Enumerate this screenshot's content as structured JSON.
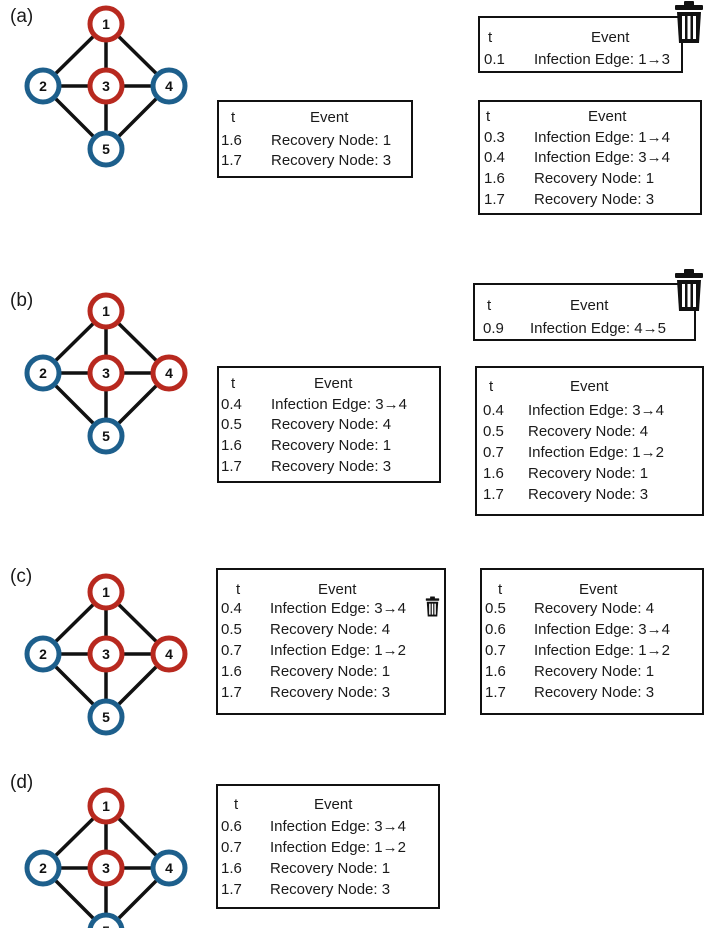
{
  "panels": [
    {
      "label": "(a)",
      "node_states": {
        "1": "infected",
        "2": "susceptible",
        "3": "infected",
        "4": "susceptible",
        "5": "susceptible"
      },
      "tables": [
        {
          "header": {
            "t": "t",
            "event": "Event"
          },
          "rows": [
            {
              "t": "1.6",
              "event": "Recovery Node: 1"
            },
            {
              "t": "1.7",
              "event": "Recovery Node: 3"
            }
          ]
        },
        {
          "header": {
            "t": "t",
            "event": "Event"
          },
          "rows": [
            {
              "t": "0.1",
              "event": "Infection Edge: 1→3"
            }
          ],
          "trash_icon": "trash-icon"
        },
        {
          "header": {
            "t": "t",
            "event": "Event"
          },
          "rows": [
            {
              "t": "0.3",
              "event": "Infection Edge: 1→4"
            },
            {
              "t": "0.4",
              "event": "Infection Edge: 3→4"
            },
            {
              "t": "1.6",
              "event": "Recovery Node: 1"
            },
            {
              "t": "1.7",
              "event": "Recovery Node: 3"
            }
          ]
        }
      ]
    },
    {
      "label": "(b)",
      "node_states": {
        "1": "infected",
        "2": "susceptible",
        "3": "infected",
        "4": "infected",
        "5": "susceptible"
      },
      "tables": [
        {
          "header": {
            "t": "t",
            "event": "Event"
          },
          "rows": [
            {
              "t": "0.4",
              "event": "Infection Edge: 3→4"
            },
            {
              "t": "0.5",
              "event": "Recovery Node: 4"
            },
            {
              "t": "1.6",
              "event": "Recovery Node: 1"
            },
            {
              "t": "1.7",
              "event": "Recovery Node: 3"
            }
          ]
        },
        {
          "header": {
            "t": "t",
            "event": "Event"
          },
          "rows": [
            {
              "t": "0.9",
              "event": "Infection Edge: 4→5"
            }
          ],
          "trash_icon": "trash-icon"
        },
        {
          "header": {
            "t": "t",
            "event": "Event"
          },
          "rows": [
            {
              "t": "0.4",
              "event": "Infection Edge: 3→4"
            },
            {
              "t": "0.5",
              "event": "Recovery Node: 4"
            },
            {
              "t": "0.7",
              "event": "Infection Edge: 1→2"
            },
            {
              "t": "1.6",
              "event": "Recovery Node: 1"
            },
            {
              "t": "1.7",
              "event": "Recovery Node: 3"
            }
          ]
        }
      ]
    },
    {
      "label": "(c)",
      "node_states": {
        "1": "infected",
        "2": "susceptible",
        "3": "infected",
        "4": "infected",
        "5": "susceptible"
      },
      "tables": [
        {
          "header": {
            "t": "t",
            "event": "Event"
          },
          "rows": [
            {
              "t": "0.4",
              "event": "Infection Edge: 3→4"
            },
            {
              "t": "0.5",
              "event": "Recovery Node: 4"
            },
            {
              "t": "0.7",
              "event": "Infection Edge: 1→2"
            },
            {
              "t": "1.6",
              "event": "Recovery Node: 1"
            },
            {
              "t": "1.7",
              "event": "Recovery Node: 3"
            }
          ],
          "trash_icon": "trash-icon"
        },
        {
          "header": {
            "t": "t",
            "event": "Event"
          },
          "rows": [
            {
              "t": "0.5",
              "event": "Recovery Node: 4"
            },
            {
              "t": "0.6",
              "event": "Infection Edge: 3→4"
            },
            {
              "t": "0.7",
              "event": "Infection Edge: 1→2"
            },
            {
              "t": "1.6",
              "event": "Recovery Node: 1"
            },
            {
              "t": "1.7",
              "event": "Recovery Node: 3"
            }
          ]
        }
      ]
    },
    {
      "label": "(d)",
      "node_states": {
        "1": "infected",
        "2": "susceptible",
        "3": "infected",
        "4": "susceptible",
        "5": "susceptible"
      },
      "tables": [
        {
          "header": {
            "t": "t",
            "event": "Event"
          },
          "rows": [
            {
              "t": "0.6",
              "event": "Infection Edge: 3→4"
            },
            {
              "t": "0.7",
              "event": "Infection Edge: 1→2"
            },
            {
              "t": "1.6",
              "event": "Recovery Node: 1"
            },
            {
              "t": "1.7",
              "event": "Recovery Node: 3"
            }
          ]
        }
      ]
    }
  ],
  "node_labels": [
    "1",
    "2",
    "3",
    "4",
    "5"
  ],
  "colors": {
    "infected": "#b8291f",
    "susceptible": "#1d5f8c",
    "edge": "#111111"
  }
}
